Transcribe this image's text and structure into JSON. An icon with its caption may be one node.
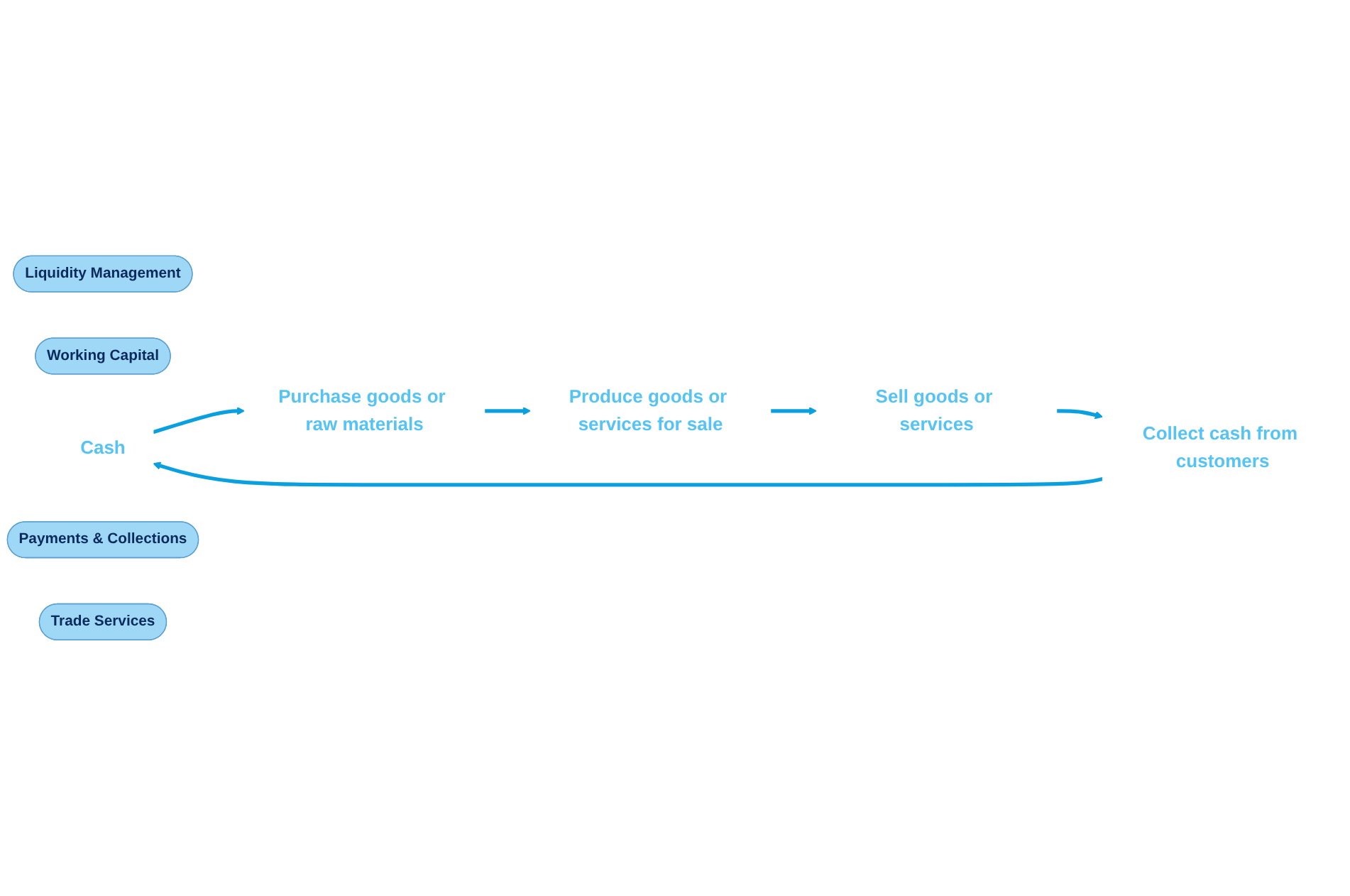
{
  "diagram": {
    "nodes": [
      {
        "text": [
          "Liquidity Management"
        ]
      },
      {
        "text": [
          "Working Capital"
        ]
      },
      {
        "text": [
          "Cash"
        ]
      },
      {
        "text": [
          "Purchase goods or raw materials"
        ]
      },
      {
        "text": [
          "Produce goods or services for sale"
        ]
      },
      {
        "text": [
          "Collect cash from customers"
        ]
      },
      {
        "text": [
          "Payments & Collections"
        ]
      },
      {
        "text": [
          "Trade Services"
        ]
      },
      {
        "text": [
          "Sell goods or services"
        ]
      }
    ],
    "edges": [
      {
        "from": 2,
        "to": 3,
        "arrow": "to"
      },
      {
        "from": 3,
        "to": 4,
        "arrow": "to"
      },
      {
        "from": 4,
        "to": 8,
        "arrow": "to"
      },
      {
        "from": 8,
        "to": 5,
        "arrow": "to"
      },
      {
        "from": 5,
        "to": 2,
        "arrow": "to"
      }
    ]
  }
}
